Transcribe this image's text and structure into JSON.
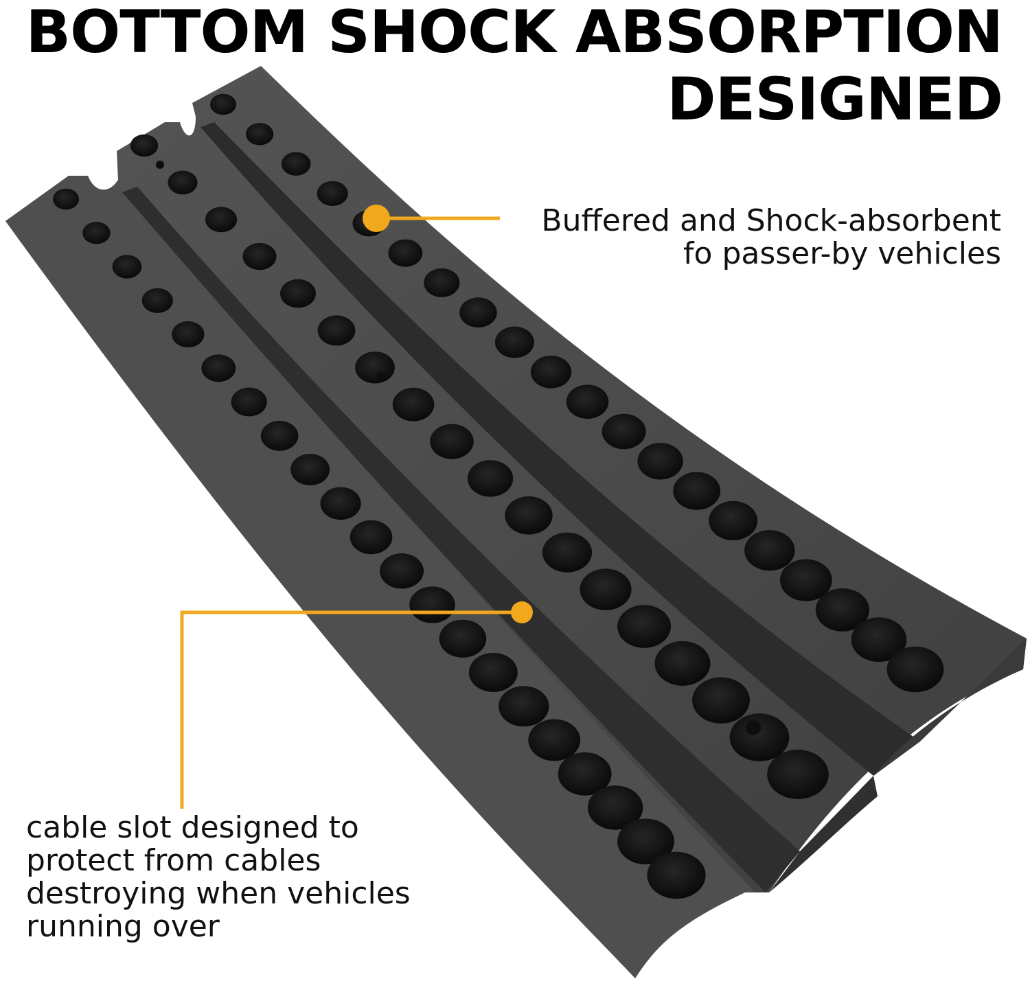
{
  "headline": {
    "line1": "BOTTOM SHOCK ABSORPTION",
    "line2": "DESIGNED"
  },
  "callouts": {
    "top": {
      "lines": [
        "Buffered and Shock-absorbent",
        "fo passer-by vehicles"
      ]
    },
    "bottom": {
      "lines": [
        "cable slot designed to",
        "protect from cables",
        "destroying when vehicles",
        "running over"
      ]
    }
  },
  "colors": {
    "accent": "#F2A81D",
    "rubber": "#4B4B4B",
    "rubber_dark": "#2F2F2F",
    "hole": "#0E0E0E",
    "text": "#111111"
  },
  "icons": {
    "callout_marker": "orange-dot-icon"
  }
}
